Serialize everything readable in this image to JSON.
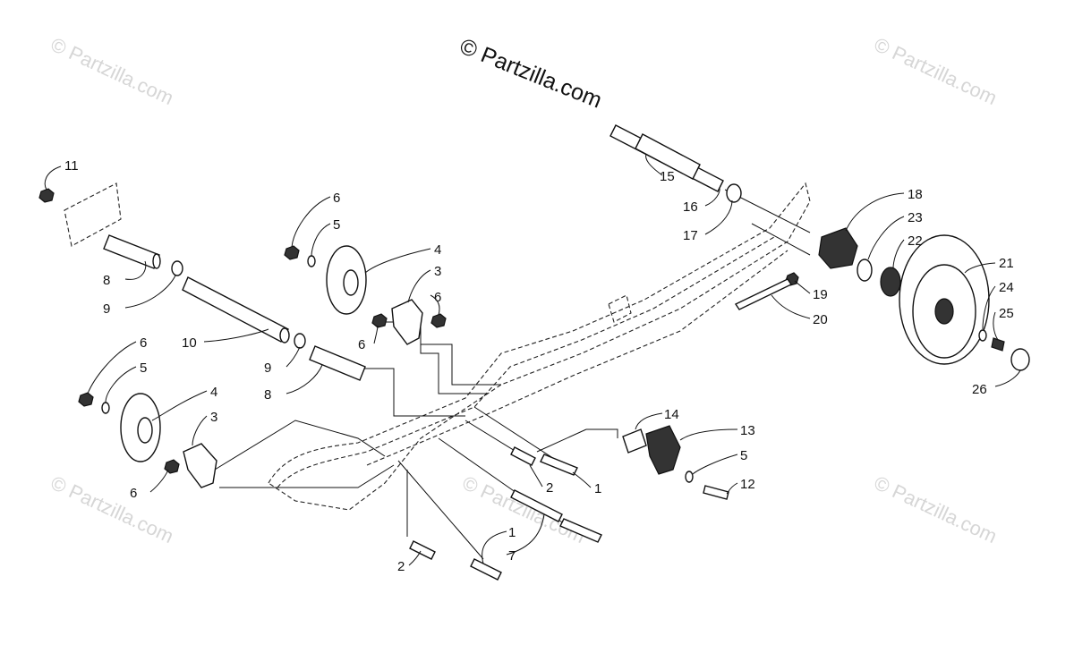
{
  "copyright": "© Partzilla.com",
  "watermark": "© Partzilla.com",
  "callouts": [
    {
      "id": "c11a",
      "label": "11"
    },
    {
      "id": "c8a",
      "label": "8"
    },
    {
      "id": "c9a",
      "label": "9"
    },
    {
      "id": "c10",
      "label": "10"
    },
    {
      "id": "c9b",
      "label": "9"
    },
    {
      "id": "c8b",
      "label": "8"
    },
    {
      "id": "c6a",
      "label": "6"
    },
    {
      "id": "c5a",
      "label": "5"
    },
    {
      "id": "c4a",
      "label": "4"
    },
    {
      "id": "c3a",
      "label": "3"
    },
    {
      "id": "c6b",
      "label": "6"
    },
    {
      "id": "c6c",
      "label": "6"
    },
    {
      "id": "c6d",
      "label": "6"
    },
    {
      "id": "c5b",
      "label": "5"
    },
    {
      "id": "c4b",
      "label": "4"
    },
    {
      "id": "c3b",
      "label": "3"
    },
    {
      "id": "c6e",
      "label": "6"
    },
    {
      "id": "c15",
      "label": "15"
    },
    {
      "id": "c16",
      "label": "16"
    },
    {
      "id": "c17",
      "label": "17"
    },
    {
      "id": "c18",
      "label": "18"
    },
    {
      "id": "c23",
      "label": "23"
    },
    {
      "id": "c22",
      "label": "22"
    },
    {
      "id": "c21",
      "label": "21"
    },
    {
      "id": "c24",
      "label": "24"
    },
    {
      "id": "c25",
      "label": "25"
    },
    {
      "id": "c26",
      "label": "26"
    },
    {
      "id": "c19",
      "label": "19"
    },
    {
      "id": "c20",
      "label": "20"
    },
    {
      "id": "c14",
      "label": "14"
    },
    {
      "id": "c13",
      "label": "13"
    },
    {
      "id": "c5c",
      "label": "5"
    },
    {
      "id": "c12",
      "label": "12"
    },
    {
      "id": "c2a",
      "label": "2"
    },
    {
      "id": "c1a",
      "label": "1"
    },
    {
      "id": "c1b",
      "label": "1"
    },
    {
      "id": "c7",
      "label": "7"
    },
    {
      "id": "c2b",
      "label": "2"
    }
  ]
}
